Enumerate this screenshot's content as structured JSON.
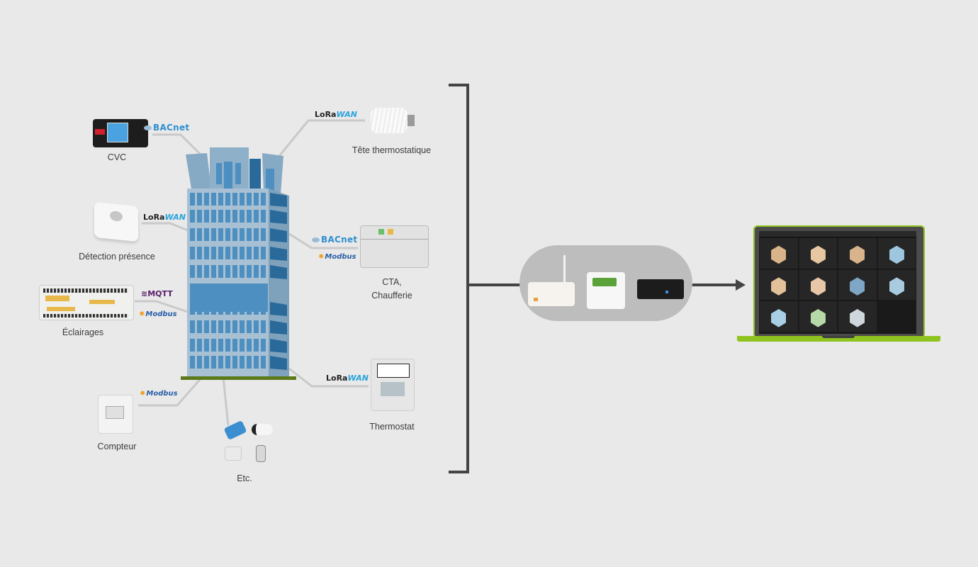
{
  "diagram": {
    "devices": {
      "cvc": {
        "label": "CVC",
        "protocols": [
          "BACnet"
        ]
      },
      "presence": {
        "label": "Détection présence",
        "protocols": [
          "LoRaWAN"
        ]
      },
      "eclairages": {
        "label": "Éclairages",
        "protocols": [
          "MQTT",
          "Modbus"
        ]
      },
      "compteur": {
        "label": "Compteur",
        "protocols": [
          "Modbus"
        ]
      },
      "etc": {
        "label": "Etc."
      },
      "tete": {
        "label": "Tête thermostatique",
        "protocols": [
          "LoRaWAN"
        ]
      },
      "cta": {
        "label_line1": "CTA,",
        "label_line2": "Chaufferie",
        "protocols": [
          "BACnet",
          "Modbus"
        ]
      },
      "thermostat": {
        "label": "Thermostat",
        "protocols": [
          "LoRaWAN"
        ]
      }
    },
    "badges": {
      "bacnet": "BACnet",
      "lora_prefix": "LoRa",
      "lora_suffix": "WAN",
      "modbus": "Modbus",
      "mqtt": "MQTT"
    },
    "gateway": {
      "items": [
        "wifi-gateway",
        "din-rail-gateway",
        "mini-pc"
      ]
    },
    "laptop": {
      "screen": "dashboard-rooms-grid"
    },
    "colors": {
      "background": "#e9e9e9",
      "connector": "#c9c9c9",
      "bracket": "#444444",
      "building_light": "#8eb0c9",
      "building_window": "#4d8fc0",
      "building_dark": "#2a6a9a",
      "ground": "#5c7a1a",
      "laptop_green": "#8fc31f",
      "gateway_pill": "#bdbdbd"
    }
  }
}
